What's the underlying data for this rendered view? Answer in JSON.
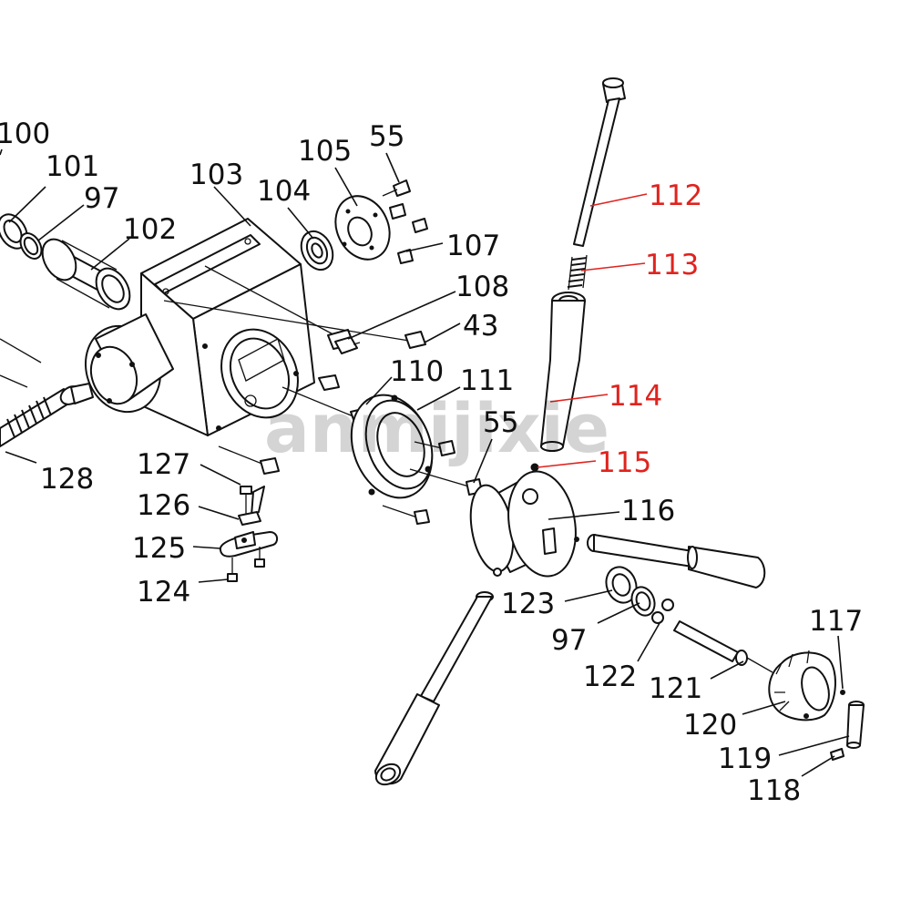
{
  "watermark": "anmijixie",
  "highlight_color": "#e0231e",
  "labels": {
    "p100": "100",
    "p101": "101",
    "p97a": "97",
    "p102": "102",
    "p103": "103",
    "p104": "104",
    "p105": "105",
    "p55a": "55",
    "p107": "107",
    "p108": "108",
    "p43": "43",
    "p110": "110",
    "p111": "111",
    "p55b": "55",
    "p112": "112",
    "p113": "113",
    "p114": "114",
    "p115": "115",
    "p116": "116",
    "p117": "117",
    "p118": "118",
    "p119": "119",
    "p120": "120",
    "p121": "121",
    "p122": "122",
    "p123": "123",
    "p97b": "97",
    "p124": "124",
    "p125": "125",
    "p126": "126",
    "p127": "127",
    "p128": "128"
  },
  "highlighted_parts": [
    "112",
    "113",
    "114",
    "115"
  ]
}
